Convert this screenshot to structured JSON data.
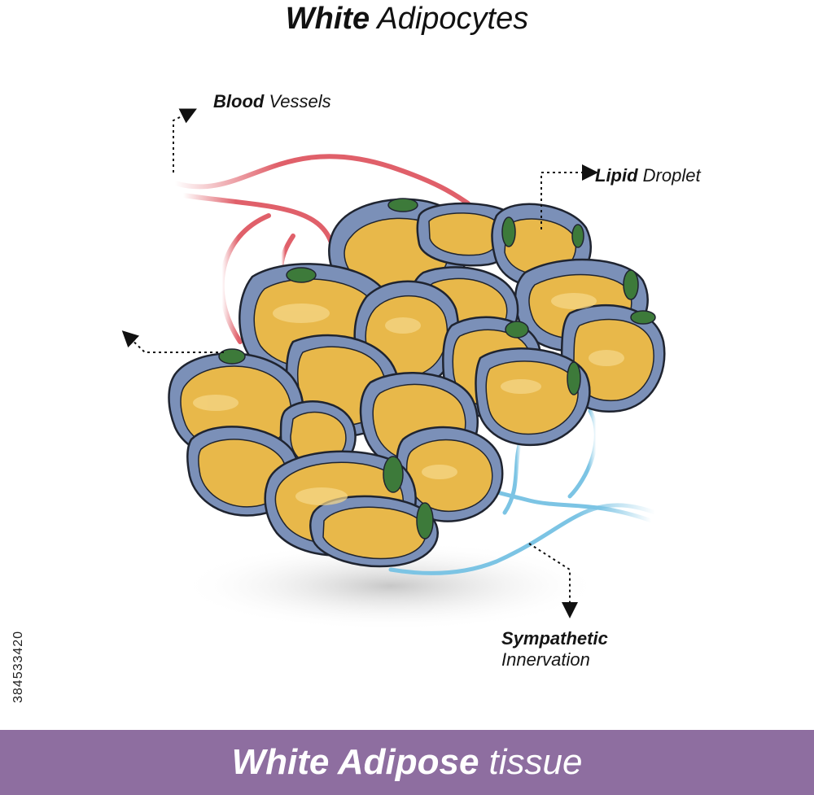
{
  "title": {
    "bold": "White",
    "regular": "Adipocytes"
  },
  "labels": {
    "blood": {
      "bold": "Blood",
      "regular": "Vessels"
    },
    "lipid": {
      "bold": "Lipid",
      "regular": "Droplet"
    },
    "sympathetic": {
      "bold": "Sympathetic",
      "regular": "Innervation"
    }
  },
  "footer": {
    "bold": "White Adipose",
    "regular": "tissue"
  },
  "stock_id": "384533420",
  "colors": {
    "cell_membrane": "#7b90b8",
    "lipid": "#e8b84a",
    "nucleus": "#3d7a3a",
    "blood_vessel": "#e0606a",
    "nerve": "#7cc4e4",
    "footer_bg": "#8e6ea0"
  }
}
